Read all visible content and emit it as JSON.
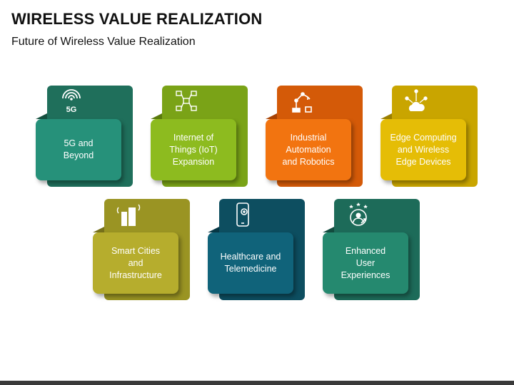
{
  "header": {
    "title": "WIRELESS VALUE REALIZATION",
    "subtitle": "Future of Wireless Value Realization"
  },
  "cards": [
    {
      "label": "5G and\nBeyond",
      "icon": "5g-signal-icon",
      "icon_text": "5G",
      "back_color": "#1f6f5b",
      "tab_color": "#15503f",
      "front_color": "#26917a"
    },
    {
      "label": "Internet of\nThings (IoT)\nExpansion",
      "icon": "iot-network-icon",
      "back_color": "#7aa317",
      "tab_color": "#5a7a0d",
      "front_color": "#8dbb1f"
    },
    {
      "label": "Industrial\nAutomation\nand Robotics",
      "icon": "robotic-arm-icon",
      "back_color": "#d45a08",
      "tab_color": "#a84305",
      "front_color": "#f27410"
    },
    {
      "label": "Edge Computing\nand Wireless\nEdge Devices",
      "icon": "cloud-network-icon",
      "back_color": "#c9a500",
      "tab_color": "#9b7f00",
      "front_color": "#e5bd06"
    },
    {
      "label": "Smart Cities\nand\nInfrastructure",
      "icon": "smart-building-icon",
      "back_color": "#9a9423",
      "tab_color": "#76711a",
      "front_color": "#b6ad2d"
    },
    {
      "label": "Healthcare and\nTelemedicine",
      "icon": "mobile-health-icon",
      "back_color": "#0d4e60",
      "tab_color": "#083846",
      "front_color": "#10637a"
    },
    {
      "label": "Enhanced\nUser\nExperiences",
      "icon": "user-growth-icon",
      "back_color": "#1d6b59",
      "tab_color": "#134c3f",
      "front_color": "#25896f"
    }
  ]
}
